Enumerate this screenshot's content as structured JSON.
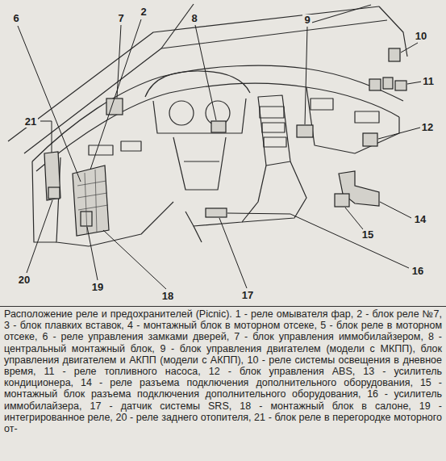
{
  "diagram": {
    "caption": "Расположение реле и предохранителей (Picnic). 1 - реле омывателя фар, 2 - блок реле №7, 3 - блок плавких вставок, 4 - монтажный блок в моторном отсеке, 5 - блок реле в моторном отсеке, 6 - реле управления замками дверей, 7 - блок управления иммобилайзером, 8 - центральный монтажный блок, 9 - блок управления двигателем (модели с МКПП), блок управления двигателем и АКПП (модели с АКПП), 10 - реле системы освещения в дневное время, 11 - реле топливного насоса, 12 - блок управления ABS, 13 - усилитель кондиционера, 14 - реле разъема подключения дополнительного оборудования, 15 - монтажный блок разъема подключения дополнительного оборудования, 16 - усилитель иммобилайзера, 17 - датчик системы SRS, 18 - монтажный блок в салоне, 19 - интегрированное реле, 20 - реле заднего отопителя, 21 - блок реле в перегородке моторного от-",
    "labels": [
      "2",
      "6",
      "7",
      "8",
      "9",
      "10",
      "11",
      "21",
      "12",
      "14",
      "15",
      "16",
      "20",
      "19",
      "18",
      "17"
    ]
  }
}
